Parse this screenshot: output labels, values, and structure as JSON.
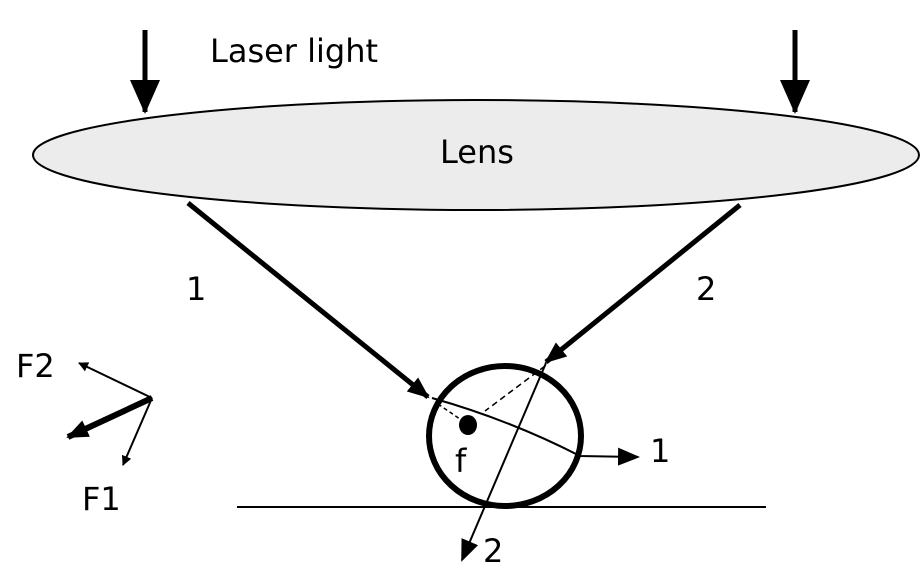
{
  "labels": {
    "laser": "Laser light",
    "lens": "Lens",
    "ray1_in": "1",
    "ray2_in": "2",
    "ray1_out": "1",
    "ray2_out": "2",
    "force2": "F2",
    "force1": "F1",
    "focus": "f"
  }
}
